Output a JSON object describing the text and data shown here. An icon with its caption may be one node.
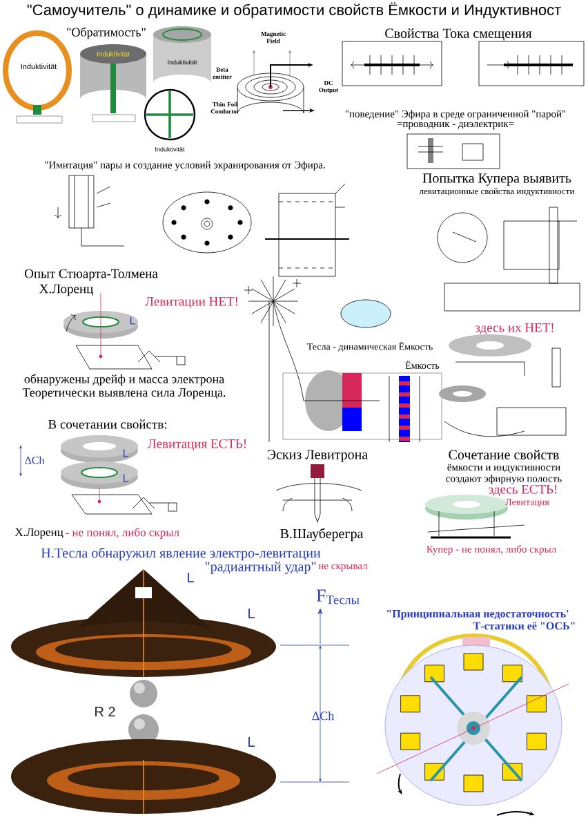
{
  "diagram": {
    "title": "\"Самоучитель\" о динамике и обратимости свойств Ёмкости и Индуктивност",
    "labels": [
      "\"Обратимость\"",
      "Induktivität",
      "Induktivität",
      "Induktivität",
      "Induktivität",
      "Magnetic Field",
      "Beta emitter",
      "DC Output",
      "Thin Foil Conductor",
      "Свойства Тока смещения",
      "\"поведение\" Эфира в среде ограниченной \"парой\"",
      "=проводник - диэлектрик=",
      "\"Имитация\" пары и создание условий экранирования от Эфира.",
      "Попытка Купера выявить",
      "левитационные свойства индуктивности",
      "Опыт Стюарта-Толмена",
      "Х.Лоренц",
      "Левитации НЕТ!",
      "L",
      "здесь их НЕТ!",
      "Тесла - динамическая Ёмкость",
      "Ёмкость",
      "обнаружены дрейф и  масса электрона",
      "Теоретически выявлена сила Лоренца.",
      "В сочетании свойств:",
      "Левитация ЕСТЬ!",
      "ΔCh",
      "L",
      "L",
      "Эскиз Левитрона",
      "Сочетание свойств",
      "ёмкости и индуктивности",
      "создают эфирную полость",
      "здесь ЕСТЬ!",
      "Левитация",
      "Х.Лоренц",
      "- не понял,  либо скрыл",
      "В.Шауберегра",
      "Купер - не понял,  либо скрыл",
      "Н.Тесла обнаружил явление электро-левитации",
      "\"радиантный удар\"",
      "не скрывал",
      "L",
      "L",
      "F$_{Теслы}$",
      "\"Принципиальная недостаточность'",
      "Т-статики её \"ОСЬ\"",
      "R 2",
      "ΔCh",
      "L"
    ]
  }
}
